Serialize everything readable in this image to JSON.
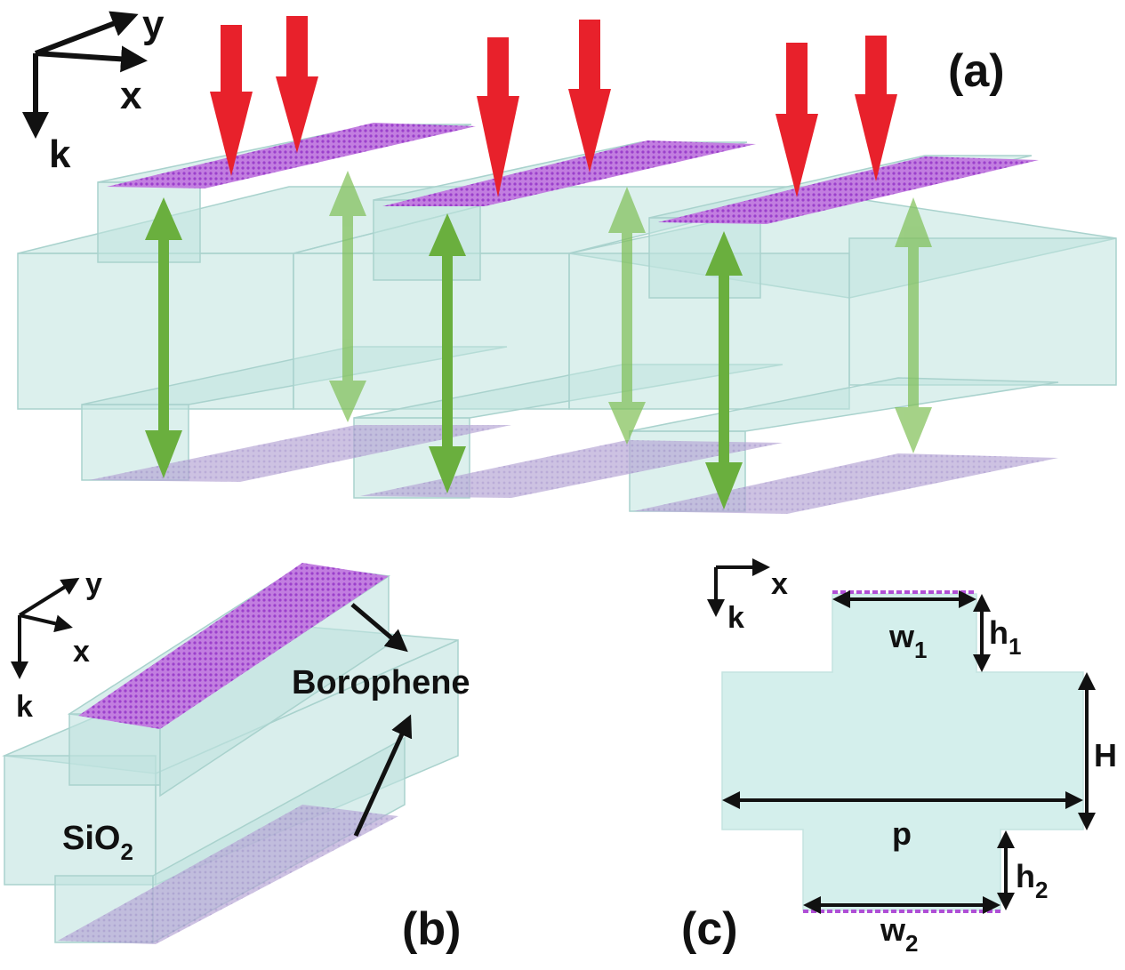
{
  "panel_a": {
    "label": "(a)",
    "axes": {
      "y": "y",
      "x": "x",
      "k": "k"
    }
  },
  "panel_b": {
    "label": "(b)",
    "axes": {
      "y": "y",
      "x": "x",
      "k": "k"
    },
    "material_label": "Borophene",
    "substrate_label": "SiO",
    "substrate_sub": "2"
  },
  "panel_c": {
    "label": "(c)",
    "axes": {
      "x": "x",
      "k": "k"
    },
    "dims": {
      "w1": "w",
      "w1_sub": "1",
      "h1": "h",
      "h1_sub": "1",
      "H": "H",
      "p": "p",
      "h2": "h",
      "h2_sub": "2",
      "w2": "w",
      "w2_sub": "2"
    }
  },
  "colors": {
    "substrate_fill": "#bfe3df",
    "substrate_stroke": "#9fcac5",
    "borophene": "#b04fd6",
    "incident_arrow": "#e8212b",
    "plasmon_arrow": "#6aaf3e",
    "dimension_arrow": "#111111"
  }
}
